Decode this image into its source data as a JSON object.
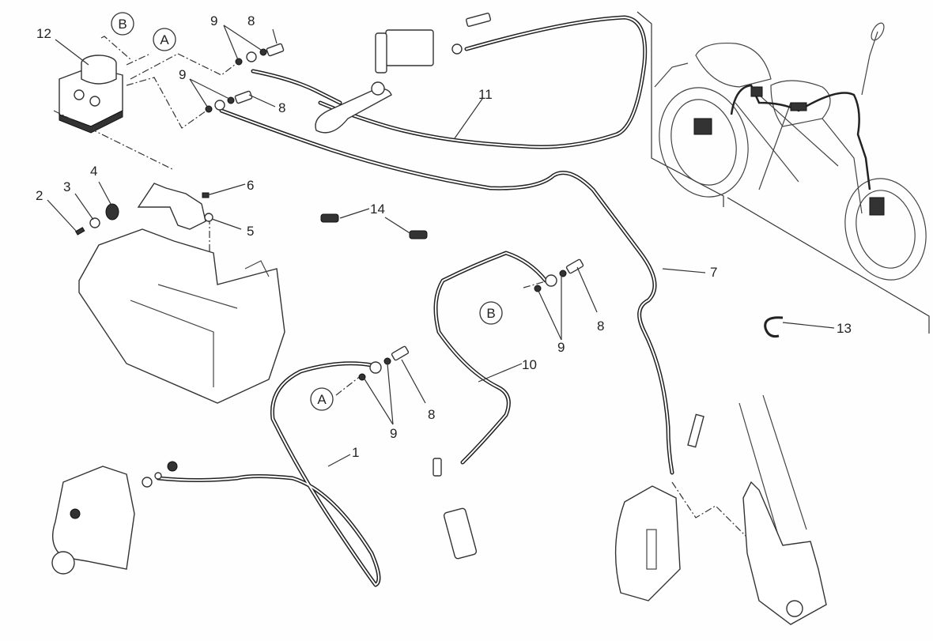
{
  "diagram": {
    "title": "Brake system exploded parts diagram",
    "callouts": [
      {
        "id": "c12",
        "text": "12",
        "part": "ABS hydraulic control unit"
      },
      {
        "id": "c9a",
        "text": "9",
        "part": "Washer"
      },
      {
        "id": "c8a",
        "text": "8",
        "part": "Banjo bolt"
      },
      {
        "id": "c9b",
        "text": "9",
        "part": "Washer"
      },
      {
        "id": "c8b",
        "text": "8",
        "part": "Banjo bolt"
      },
      {
        "id": "c11",
        "text": "11",
        "part": "Front master cylinder hose"
      },
      {
        "id": "c2",
        "text": "2",
        "part": "Screw"
      },
      {
        "id": "c3",
        "text": "3",
        "part": "Washer"
      },
      {
        "id": "c4",
        "text": "4",
        "part": "Rubber damper"
      },
      {
        "id": "c6",
        "text": "6",
        "part": "Screw"
      },
      {
        "id": "c5",
        "text": "5",
        "part": "Bracket"
      },
      {
        "id": "c14",
        "text": "14",
        "part": "Hose clip"
      },
      {
        "id": "c7",
        "text": "7",
        "part": "Front caliper hose"
      },
      {
        "id": "c8c",
        "text": "8",
        "part": "Banjo bolt"
      },
      {
        "id": "c9c",
        "text": "9",
        "part": "Washer"
      },
      {
        "id": "c10",
        "text": "10",
        "part": "Rear master cylinder hose"
      },
      {
        "id": "c13",
        "text": "13",
        "part": "Hose clamp"
      },
      {
        "id": "c8d",
        "text": "8",
        "part": "Banjo bolt"
      },
      {
        "id": "c9d",
        "text": "9",
        "part": "Washer"
      },
      {
        "id": "c1",
        "text": "1",
        "part": "Rear caliper hose"
      }
    ],
    "references": {
      "a": "A",
      "b": "B"
    }
  }
}
